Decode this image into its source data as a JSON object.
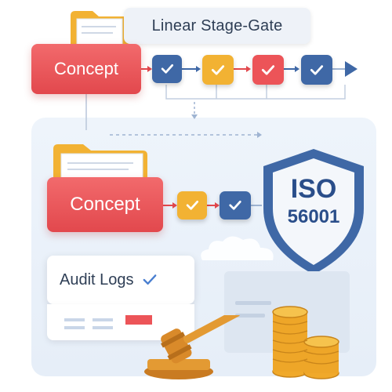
{
  "title": "Linear Stage-Gate",
  "top_flow": {
    "stage_label": "Concept",
    "gates": [
      "blue-check",
      "yellow-check",
      "red-check",
      "blue-check"
    ]
  },
  "bottom_flow": {
    "stage_label": "Concept",
    "gates": [
      "yellow-check",
      "blue-check"
    ]
  },
  "audit": {
    "label": "Audit Logs"
  },
  "badge": {
    "line1": "ISO",
    "line2": "56001"
  },
  "colors": {
    "concept_red": "#e2484d",
    "gate_blue": "#3f68a6",
    "gate_yellow": "#f2b233",
    "gate_red": "#ec5458",
    "shield_blue": "#3f68a6",
    "text_dark": "#2e3e55"
  },
  "icons": [
    "folder-icon",
    "check-icon",
    "arrow-right-icon",
    "shield-icon",
    "gavel-icon",
    "coins-icon",
    "cloud-icon"
  ]
}
